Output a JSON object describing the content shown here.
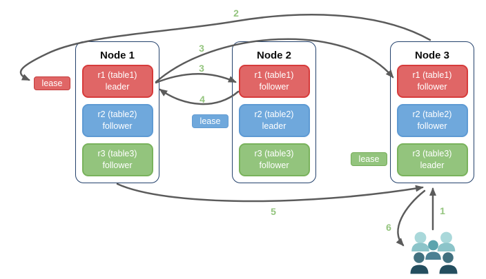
{
  "nodes": [
    {
      "title": "Node 1",
      "replicas": [
        {
          "name": "r1 (table1)",
          "role": "leader",
          "color": "red"
        },
        {
          "name": "r2 (table2)",
          "role": "follower",
          "color": "blue"
        },
        {
          "name": "r3 (table3)",
          "role": "follower",
          "color": "green"
        }
      ]
    },
    {
      "title": "Node 2",
      "replicas": [
        {
          "name": "r1 (table1)",
          "role": "follower",
          "color": "red"
        },
        {
          "name": "r2 (table2)",
          "role": "leader",
          "color": "blue"
        },
        {
          "name": "r3 (table3)",
          "role": "follower",
          "color": "green"
        }
      ]
    },
    {
      "title": "Node 3",
      "replicas": [
        {
          "name": "r1 (table1)",
          "role": "follower",
          "color": "red"
        },
        {
          "name": "r2 (table2)",
          "role": "follower",
          "color": "blue"
        },
        {
          "name": "r3 (table3)",
          "role": "leader",
          "color": "green"
        }
      ]
    }
  ],
  "leases": [
    {
      "label": "lease",
      "color": "red"
    },
    {
      "label": "lease",
      "color": "blue"
    },
    {
      "label": "lease",
      "color": "green"
    }
  ],
  "step_labels": [
    {
      "label": "2"
    },
    {
      "label": "3"
    },
    {
      "label": "3"
    },
    {
      "label": "4"
    },
    {
      "label": "5"
    },
    {
      "label": "6"
    },
    {
      "label": "1"
    }
  ],
  "icons": {
    "users": "users-icon"
  },
  "colors": {
    "red": "#e06666",
    "red_border": "#d63b3b",
    "blue": "#6fa8dc",
    "blue_border": "#5e9ad3",
    "green": "#93c47d",
    "green_border": "#79b25c",
    "arrow": "#5b5b5b",
    "step_label": "#93c47d",
    "node_border": "#22406b"
  }
}
